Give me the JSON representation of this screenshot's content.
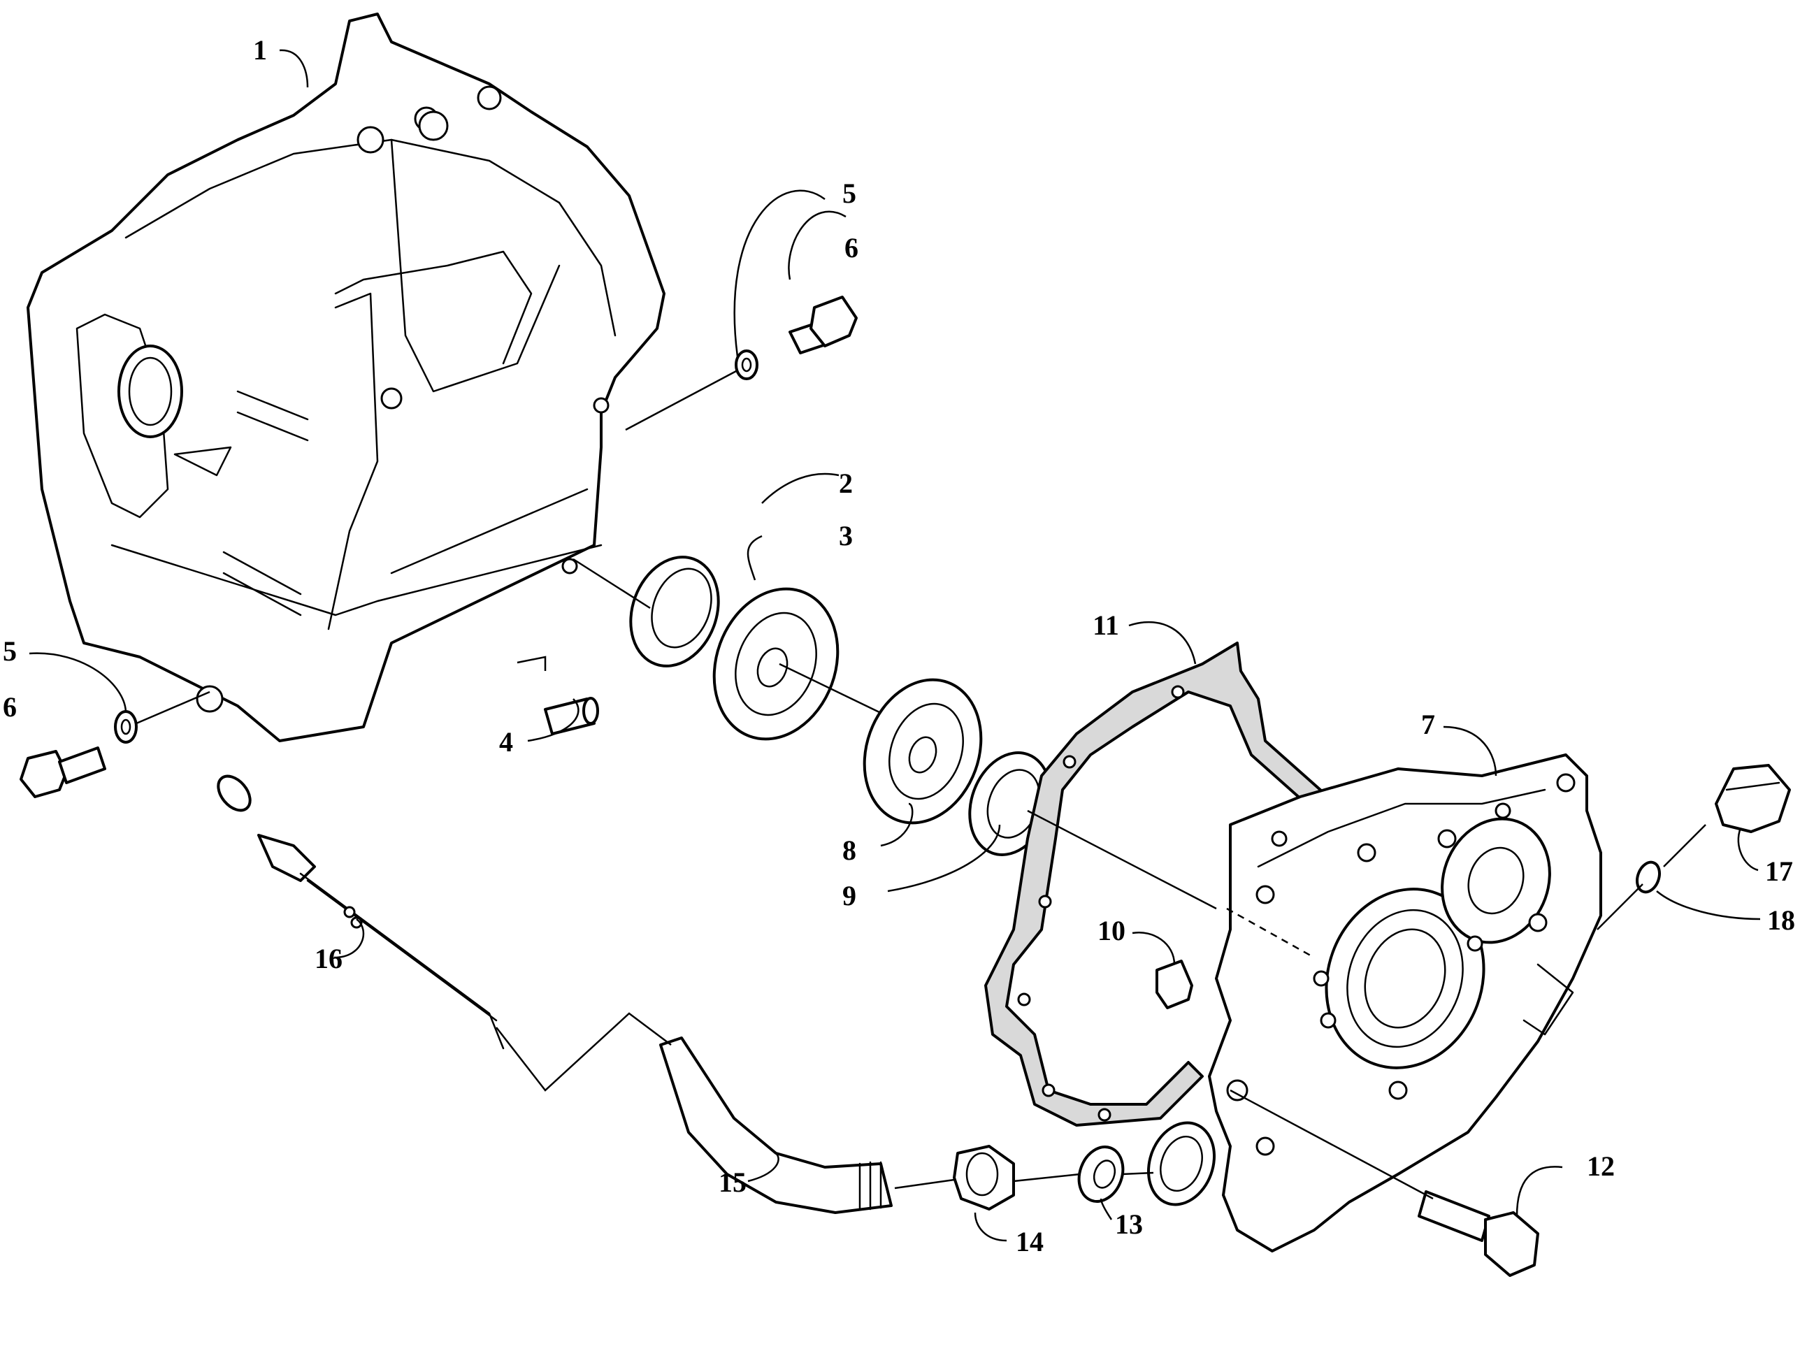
{
  "diagram": {
    "callouts": [
      {
        "id": "1",
        "label": "1"
      },
      {
        "id": "2",
        "label": "2"
      },
      {
        "id": "3",
        "label": "3"
      },
      {
        "id": "4",
        "label": "4"
      },
      {
        "id": "5a",
        "label": "5"
      },
      {
        "id": "6a",
        "label": "6"
      },
      {
        "id": "5b",
        "label": "5"
      },
      {
        "id": "6b",
        "label": "6"
      },
      {
        "id": "7",
        "label": "7"
      },
      {
        "id": "8",
        "label": "8"
      },
      {
        "id": "9",
        "label": "9"
      },
      {
        "id": "10",
        "label": "10"
      },
      {
        "id": "11",
        "label": "11"
      },
      {
        "id": "12",
        "label": "12"
      },
      {
        "id": "13",
        "label": "13"
      },
      {
        "id": "14",
        "label": "14"
      },
      {
        "id": "15",
        "label": "15"
      },
      {
        "id": "16",
        "label": "16"
      },
      {
        "id": "17",
        "label": "17"
      },
      {
        "id": "18",
        "label": "18"
      }
    ]
  }
}
